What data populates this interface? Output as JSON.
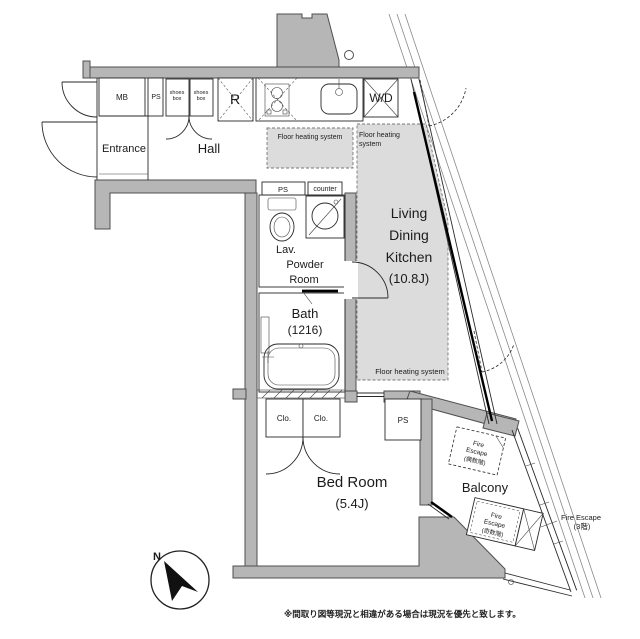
{
  "plan": {
    "labels": {
      "mb": "MB",
      "ps_top": "PS",
      "shoes1": "shoes",
      "shoes2": "box",
      "r": "R",
      "wd": "W/D",
      "entrance": "Entrance",
      "hall": "Hall",
      "fh": "Floor heating system",
      "fh2a": "Floor heating",
      "fh2b": "system",
      "ps_mid": "PS",
      "counter": "counter",
      "lav1": "Lav.",
      "lav2": "Powder",
      "lav3": "Room",
      "bath": "Bath",
      "bath_size": "(1216)",
      "ldk1": "Living",
      "ldk2": "Dining",
      "ldk3": "Kitchen",
      "ldk_size": "(10.8J)",
      "clo": "Clo.",
      "ps_bed": "PS",
      "bedroom": "Bed Room",
      "bedroom_size": "(5.4J)",
      "balcony": "Balcony",
      "fe1": "Fire",
      "fe2": "Escape",
      "fe_even": "(偶数階)",
      "fe_odd": "(奇数階)",
      "fe_note1": "Fire Escape",
      "fe_note2": "(3階)",
      "north": "N",
      "disclaimer": "※間取り図等現況と相違がある場合は現況を優先と致します。"
    },
    "colors": {
      "wall": "#b6b6b6",
      "wall_outline": "#4f4f4f",
      "floor_heating_fill": "#dcdcdc",
      "line": "#2a2a2a",
      "background": "#ffffff"
    }
  }
}
